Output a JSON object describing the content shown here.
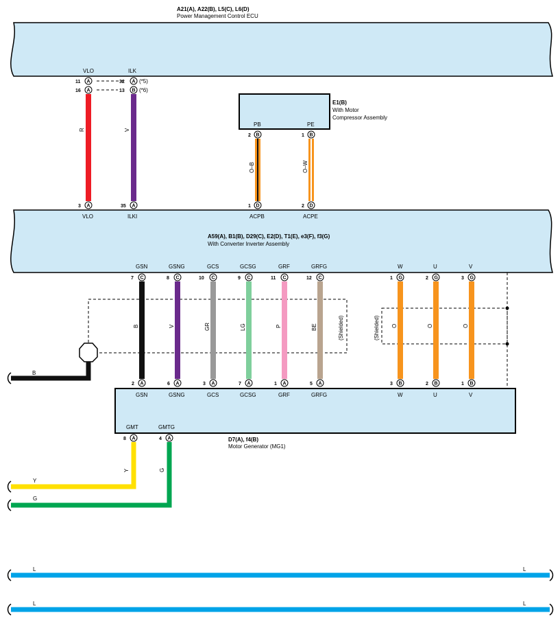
{
  "colors": {
    "box_fill": "#cfe9f6",
    "red": "#ee1c25",
    "purple": "#6a2a8c",
    "orange": "#f7941d",
    "black": "#111111",
    "gray": "#999999",
    "light_green": "#7fcf9c",
    "pink": "#f49ac1",
    "beige": "#b9a48f",
    "yellow": "#ffe000",
    "green": "#00a651",
    "blue": "#00a3e8"
  },
  "ecu": {
    "title": "A21(A), A22(B), L5(C), L6(D)",
    "subtitle": "Power Management Control ECU"
  },
  "compressor": {
    "title": "E1(B)",
    "subtitle1": "With Motor",
    "subtitle2": "Compressor Assembly",
    "pins": [
      {
        "name": "PB",
        "num": "2",
        "conn": "B"
      },
      {
        "name": "PE",
        "num": "1",
        "conn": "B"
      }
    ]
  },
  "inverter": {
    "title": "A59(A), B1(B), D29(C), E2(D), T1(E), e3(F), f3(G)",
    "subtitle": "With Converter Inverter Assembly",
    "top_pins": [
      {
        "name": "VLO",
        "num": "3",
        "conn": "A"
      },
      {
        "name": "ILKI",
        "num": "35",
        "conn": "A"
      },
      {
        "name": "ACPB",
        "num": "1",
        "conn": "D"
      },
      {
        "name": "ACPE",
        "num": "2",
        "conn": "D"
      }
    ],
    "bottom_pins": [
      {
        "name": "GSN",
        "num": "7",
        "conn": "C"
      },
      {
        "name": "GSNG",
        "num": "8",
        "conn": "C"
      },
      {
        "name": "GCS",
        "num": "10",
        "conn": "C"
      },
      {
        "name": "GCSG",
        "num": "9",
        "conn": "C"
      },
      {
        "name": "GRF",
        "num": "11",
        "conn": "C"
      },
      {
        "name": "GRFG",
        "num": "12",
        "conn": "C"
      },
      {
        "name": "W",
        "num": "1",
        "conn": "G"
      },
      {
        "name": "U",
        "num": "2",
        "conn": "G"
      },
      {
        "name": "V",
        "num": "3",
        "conn": "G"
      }
    ]
  },
  "ecu_pins": [
    {
      "name": "VLO",
      "num1": "11",
      "conn1": "A",
      "num2": "16",
      "conn2": "A"
    },
    {
      "name": "ILK",
      "num1": "32",
      "conn1": "A",
      "note1": "(*5)",
      "num2": "13",
      "conn2": "B",
      "note2": "(*6)"
    }
  ],
  "mg1": {
    "title": "D7(A), f4(B)",
    "subtitle": "Motor Generator (MG1)",
    "top_pins": [
      {
        "name": "GSN",
        "num": "2",
        "conn": "A"
      },
      {
        "name": "GSNG",
        "num": "6",
        "conn": "A"
      },
      {
        "name": "GCS",
        "num": "3",
        "conn": "A"
      },
      {
        "name": "GCSG",
        "num": "7",
        "conn": "A"
      },
      {
        "name": "GRF",
        "num": "1",
        "conn": "A"
      },
      {
        "name": "GRFG",
        "num": "5",
        "conn": "A"
      },
      {
        "name": "W",
        "num": "3",
        "conn": "B"
      },
      {
        "name": "U",
        "num": "2",
        "conn": "B"
      },
      {
        "name": "V",
        "num": "1",
        "conn": "B"
      }
    ],
    "bottom_pins": [
      {
        "name": "GMT",
        "num": "8",
        "conn": "A"
      },
      {
        "name": "GMTG",
        "num": "4",
        "conn": "A"
      }
    ]
  },
  "wire_labels": {
    "vlo": "R",
    "ilk": "V",
    "pb": "O–B",
    "pe": "O–W",
    "gsn": "B",
    "gsng": "V",
    "gcs": "GR",
    "gcsg": "LG",
    "grf": "P",
    "grfg": "BE",
    "w": "O",
    "u": "O",
    "v": "O",
    "gnd_b": "B",
    "gmt": "Y",
    "gmtg": "G",
    "gmt_left": "Y",
    "gmtg_left": "G",
    "l1_left": "L",
    "l1_right": "L",
    "l2_left": "L",
    "l2_right": "L"
  },
  "shielded_label": "(Shielded)"
}
